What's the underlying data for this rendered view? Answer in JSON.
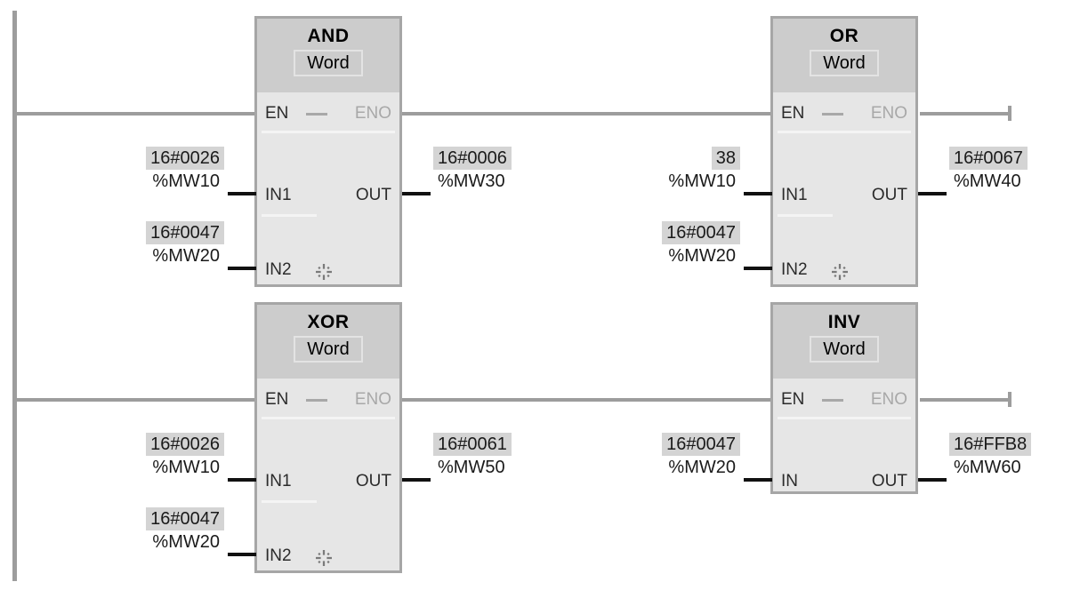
{
  "network": {
    "editor": "LAD",
    "rail_color": "#9d9d9d",
    "wire_color": "#111111",
    "block_fill": "#e6e6e6",
    "block_header_fill": "#cccccc",
    "block_border": "#a6a6a6",
    "value_highlight": "#d4d4d4",
    "disabled_text": "#a8a8a8",
    "rung_end_marker": "rung-end-tick"
  },
  "blocks": [
    {
      "id": "and-block",
      "title": "AND",
      "data_type": "Word",
      "en_label": "EN",
      "eno_label": "ENO",
      "out_label": "OUT",
      "inputs": [
        {
          "pin": "IN1",
          "value": "16#0026",
          "address": "%MW10",
          "overload_icon": false
        },
        {
          "pin": "IN2",
          "value": "16#0047",
          "address": "%MW20",
          "overload_icon": true
        }
      ],
      "output": {
        "pin": "OUT",
        "value": "16#0006",
        "address": "%MW30"
      }
    },
    {
      "id": "or-block",
      "title": "OR",
      "data_type": "Word",
      "en_label": "EN",
      "eno_label": "ENO",
      "out_label": "OUT",
      "inputs": [
        {
          "pin": "IN1",
          "value": "38",
          "address": "%MW10",
          "overload_icon": false
        },
        {
          "pin": "IN2",
          "value": "16#0047",
          "address": "%MW20",
          "overload_icon": true
        }
      ],
      "output": {
        "pin": "OUT",
        "value": "16#0067",
        "address": "%MW40"
      }
    },
    {
      "id": "xor-block",
      "title": "XOR",
      "data_type": "Word",
      "en_label": "EN",
      "eno_label": "ENO",
      "out_label": "OUT",
      "inputs": [
        {
          "pin": "IN1",
          "value": "16#0026",
          "address": "%MW10",
          "overload_icon": false
        },
        {
          "pin": "IN2",
          "value": "16#0047",
          "address": "%MW20",
          "overload_icon": true
        }
      ],
      "output": {
        "pin": "OUT",
        "value": "16#0061",
        "address": "%MW50"
      }
    },
    {
      "id": "inv-block",
      "title": "INV",
      "data_type": "Word",
      "en_label": "EN",
      "eno_label": "ENO",
      "out_label": "OUT",
      "inputs": [
        {
          "pin": "IN",
          "value": "16#0047",
          "address": "%MW20",
          "overload_icon": false
        }
      ],
      "output": {
        "pin": "OUT",
        "value": "16#FFB8",
        "address": "%MW60"
      }
    }
  ]
}
